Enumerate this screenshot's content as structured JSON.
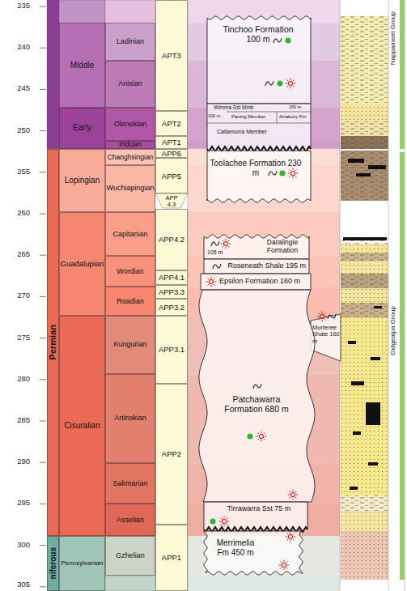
{
  "diagram": {
    "nodes": [
      {
        "text": [
          "Permian"
        ]
      },
      {
        "text": [
          "niferous"
        ]
      },
      {
        "text": [
          "Middle"
        ]
      },
      {
        "text": [
          "Early"
        ]
      },
      {
        "text": [
          "Lopingian"
        ]
      },
      {
        "text": [
          "Guadalupian"
        ]
      },
      {
        "text": [
          "Cisuralian"
        ]
      },
      {
        "text": [
          "Pennsylvanian"
        ]
      },
      {
        "text": [
          "Ladinian"
        ]
      },
      {
        "text": [
          "Anisian"
        ]
      },
      {
        "text": [
          "Olenekian"
        ]
      },
      {
        "text": [
          "Induan"
        ]
      },
      {
        "text": [
          "Changhsingian"
        ]
      },
      {
        "text": [
          "Wuchiapingian"
        ]
      },
      {
        "text": [
          "Capitanian"
        ]
      },
      {
        "text": [
          "Wordian"
        ]
      },
      {
        "text": [
          "Roadian"
        ]
      },
      {
        "text": [
          "Kungurian"
        ]
      },
      {
        "text": [
          "Artinskian"
        ]
      },
      {
        "text": [
          "Sakmarian"
        ]
      },
      {
        "text": [
          "Asselian"
        ]
      },
      {
        "text": [
          "Gzhelian"
        ]
      },
      {
        "text": [
          "APT3"
        ]
      },
      {
        "text": [
          "APT2"
        ]
      },
      {
        "text": [
          "APT1"
        ]
      },
      {
        "text": [
          "APP6"
        ]
      },
      {
        "text": [
          "APP5"
        ]
      },
      {
        "text": [
          "APP 4.3"
        ]
      },
      {
        "text": [
          "APP4.2"
        ]
      },
      {
        "text": [
          "APP4.1"
        ]
      },
      {
        "text": [
          "APP3.3"
        ]
      },
      {
        "text": [
          "APP3.2"
        ]
      },
      {
        "text": [
          "APP3.1"
        ]
      },
      {
        "text": [
          "APP2"
        ]
      },
      {
        "text": [
          "APP1"
        ]
      },
      {
        "text": [
          "Tinchoo Formation 100 m"
        ]
      },
      {
        "text": [
          "Wimma Sst Mmb",
          "150 m",
          "100 m",
          "Paning Member",
          "Arrabury Fm",
          "Callamurra Member"
        ]
      },
      {
        "text": [
          "Toolachee Formation 230 m"
        ]
      },
      {
        "text": [
          "Daralingie Formation",
          "105 m"
        ]
      },
      {
        "text": [
          "Roseneath Shale 195 m"
        ]
      },
      {
        "text": [
          "Epsilon Formation 160 m"
        ]
      },
      {
        "text": [
          "Patchawarra Formation 680 m"
        ]
      },
      {
        "text": [
          "Tirrawarra Sst 75 m"
        ]
      },
      {
        "text": [
          "Merrimelia Fm 450 m"
        ]
      },
      {
        "text": [
          "Nappamerri Group"
        ]
      },
      {
        "text": [
          "Gidgealpa Group"
        ]
      }
    ],
    "labels": [
      "235",
      "240",
      "245",
      "250",
      "255",
      "260",
      "265",
      "270",
      "275",
      "280",
      "285",
      "290",
      "295",
      "300",
      "305",
      "Murteree Shale 160 m"
    ]
  }
}
